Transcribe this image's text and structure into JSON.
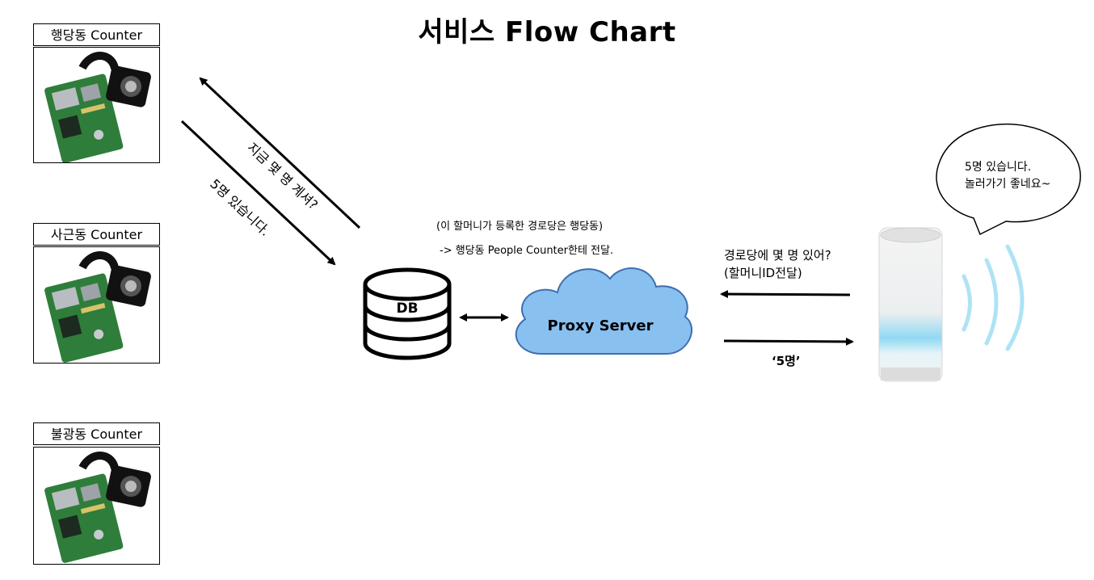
{
  "title": "서비스 Flow Chart",
  "counters": [
    {
      "label": "행당동 Counter"
    },
    {
      "label": "사근동 Counter"
    },
    {
      "label": "불광동 Counter"
    }
  ],
  "messages": {
    "ask_count": "지금 몇 명 계셔?",
    "reply_count": "5명 있습니다.",
    "db_note_1": "(이 할머니가 등록한 경로당은 행당동)",
    "db_note_2": "-> 행당동 People Counter한테 전달.",
    "speaker_question_1": "경로당에 몇 명 있어?",
    "speaker_question_2": "(할머니ID전달)",
    "speaker_answer": "‘5명’"
  },
  "db": {
    "label": "DB"
  },
  "server": {
    "label": "Proxy Server",
    "color": "#88c0f0"
  },
  "speech_bubble": {
    "line1": "5명 있습니다.",
    "line2": "놀러가기 좋네요~"
  },
  "colors": {
    "wave": "#aee3f5",
    "speaker_glow": "#8fd9f2"
  }
}
